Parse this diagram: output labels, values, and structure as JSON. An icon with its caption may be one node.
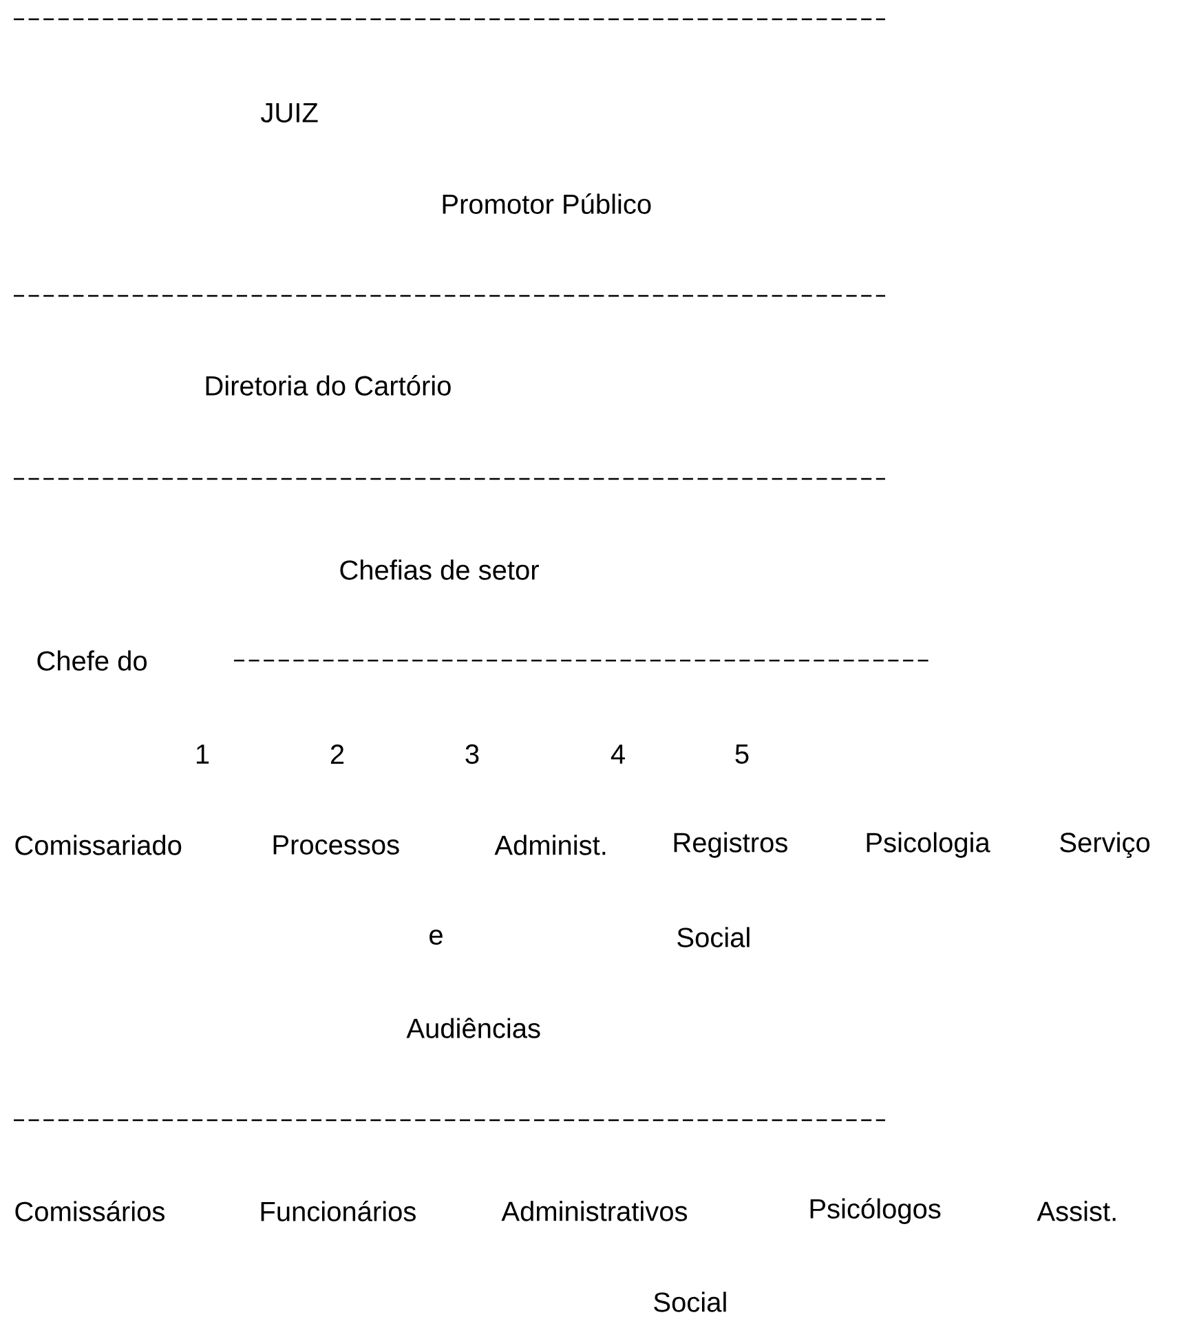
{
  "diagram": {
    "labels": [
      "JUIZ",
      "Promotor Público",
      "Diretoria do Cartório",
      "Chefias de setor",
      "Chefe do",
      "1",
      "2",
      "3",
      "4",
      "5",
      "Comissariado",
      "Processos",
      "Administ.",
      "Registros",
      "Psicologia",
      "Serviço",
      "e",
      "Social",
      "Audiências",
      "Comissários",
      "Funcionários",
      "Administrativos",
      "Psicólogos",
      "Assist.",
      "Social"
    ]
  }
}
